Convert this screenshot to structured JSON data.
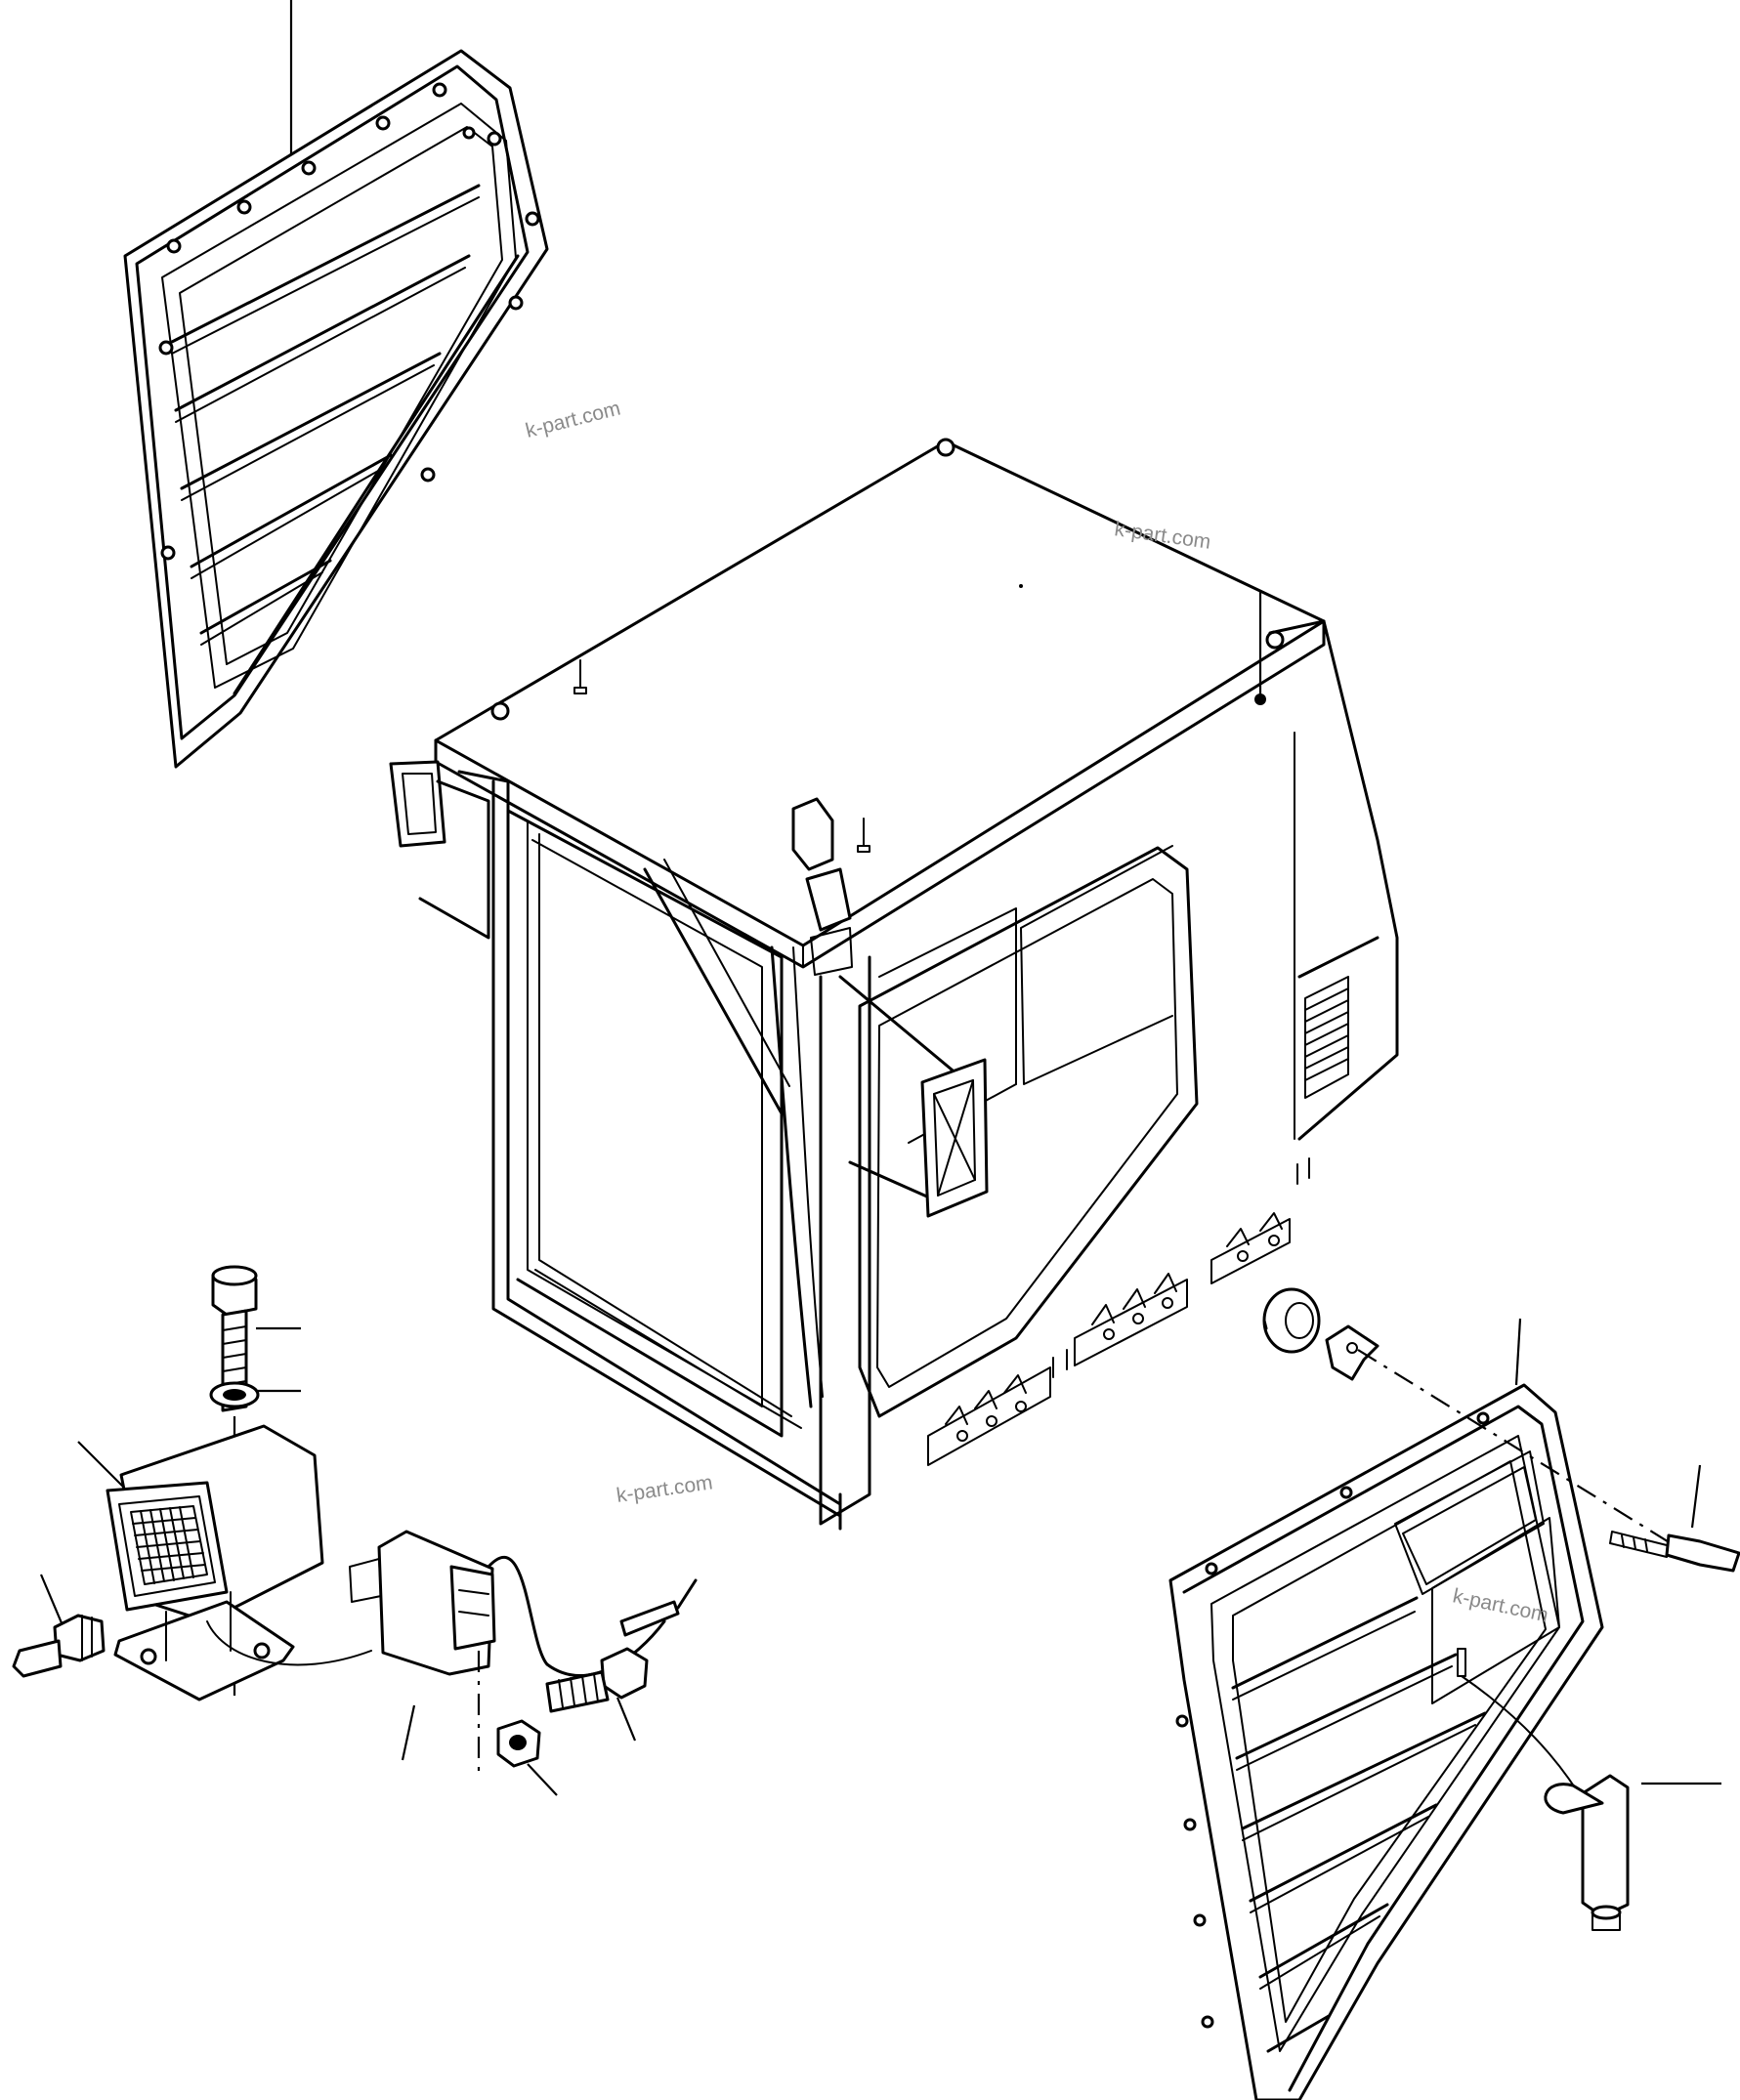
{
  "watermarks": [
    "k-part.com",
    "k-part.com",
    "k-part.com",
    "k-part.com"
  ],
  "colors": {
    "line": "#000000",
    "background": "#ffffff",
    "watermark": "#8a8a8a"
  },
  "parts": [
    "upper-left-side-louver-panel",
    "cab-body",
    "right-side-louver-panel",
    "work-lamp-assembly",
    "relay-box",
    "mounting-bolt",
    "washer",
    "lamp-bulb",
    "side-bolt",
    "nut",
    "latch-pin",
    "rubber-pad",
    "plate"
  ]
}
